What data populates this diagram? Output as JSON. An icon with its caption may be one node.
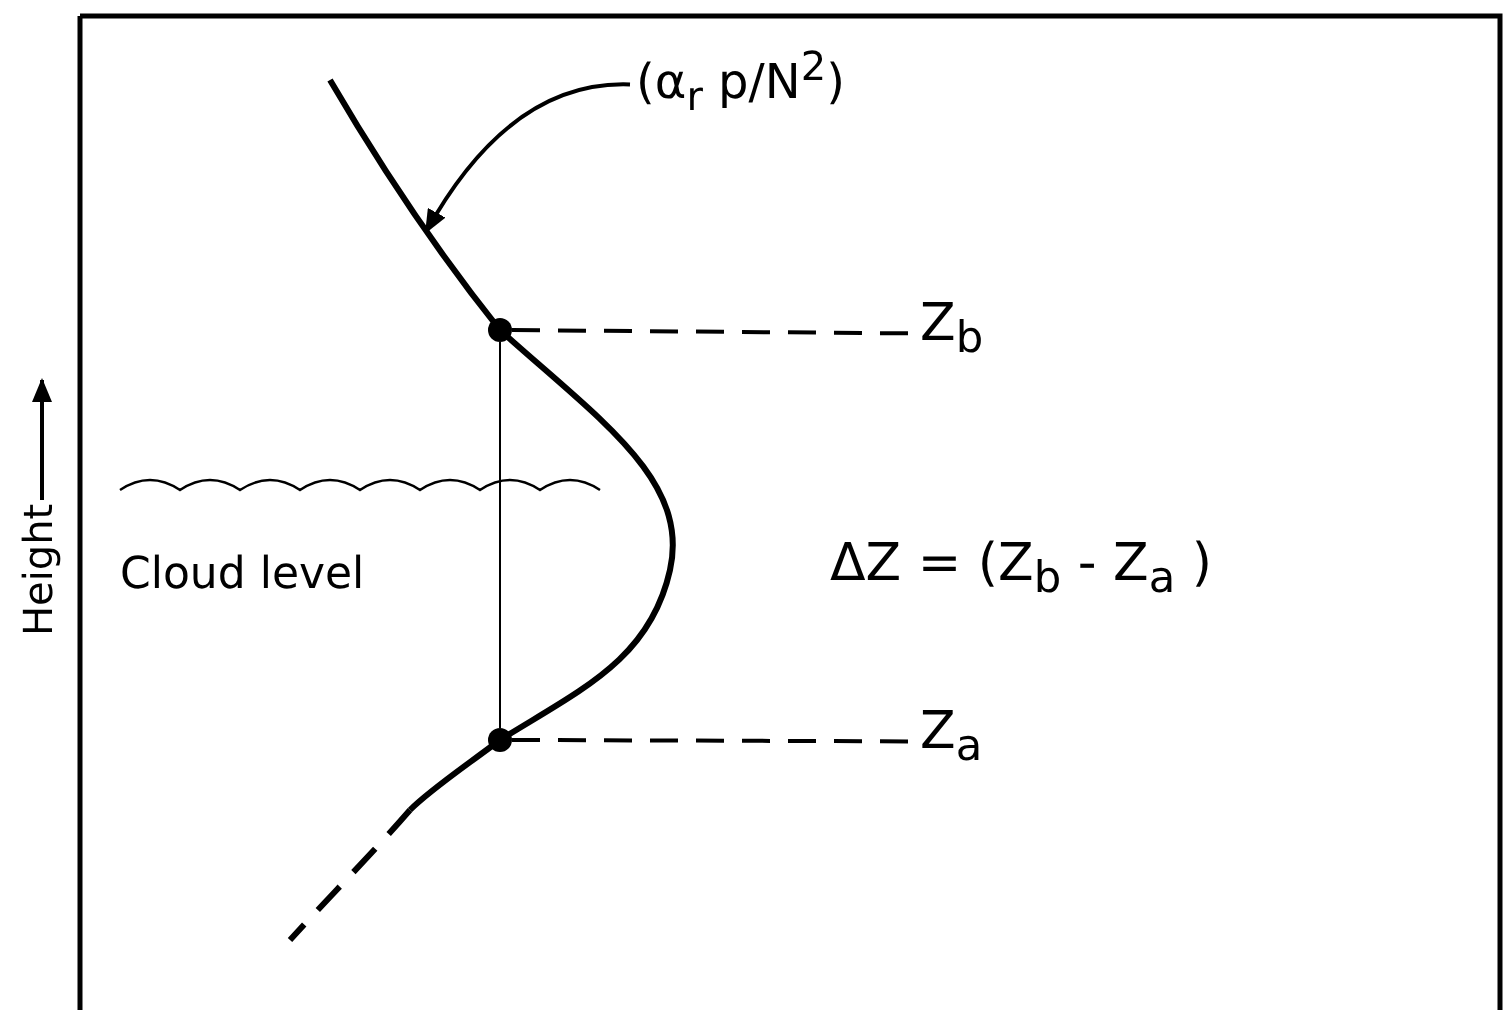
{
  "diagram": {
    "nodes": [
      {
        "text": [
          "(α$_{r}$ p/N$^{2}$)"
        ]
      },
      {
        "text": [],
        "shape": "circle"
      },
      {
        "text": [
          "Z$_{b}$"
        ]
      },
      {
        "text": [],
        "shape": "circle"
      },
      {
        "text": [
          "Z$_{a}$"
        ]
      }
    ],
    "edges": [
      {
        "from": 0,
        "to": null,
        "arrow": "to"
      },
      {
        "from": 1,
        "to": 2,
        "arrow": "none",
        "style": "dashed"
      },
      {
        "from": 3,
        "to": 4,
        "arrow": "none",
        "style": "dashed"
      },
      {
        "from": 1,
        "to": 3,
        "arrow": "none"
      }
    ],
    "labels": [
      "Height",
      "Cloud level",
      "ΔZ = (Z$_{b}$ - Z$_{a}$ )"
    ]
  }
}
